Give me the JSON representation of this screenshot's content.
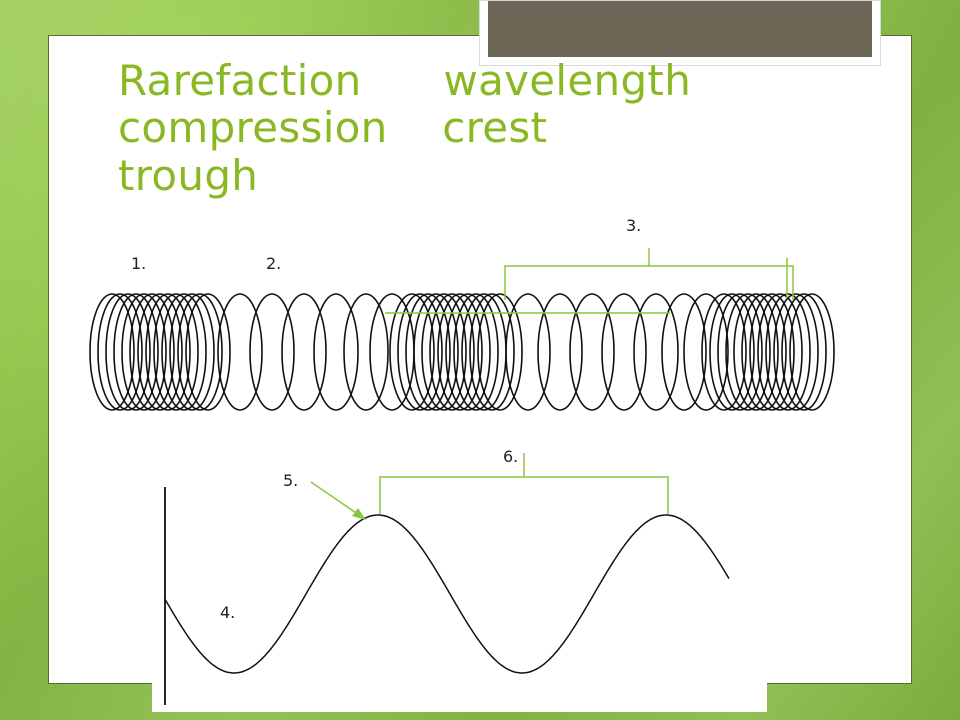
{
  "slide": {
    "title_lines": [
      "Rarefaction      wavelength",
      "compression    crest",
      "trough"
    ]
  },
  "labels": {
    "l1": "1.",
    "l2": "2.",
    "l3": "3.",
    "l4": "4.",
    "l5": "5.",
    "l6": "6."
  },
  "colors": {
    "background": "#8fc24a",
    "title": "#8ab825",
    "annotation": "#8cc63f",
    "coil": "#111111",
    "plaque": "#6b6555"
  }
}
